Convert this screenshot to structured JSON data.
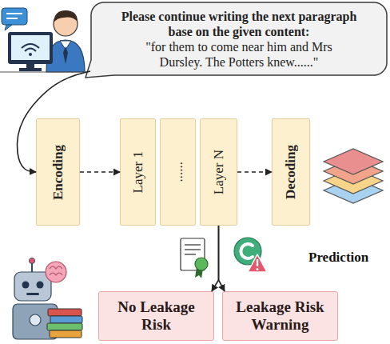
{
  "diagram": {
    "nodes": [
      {
        "text": [
          "Please continue writing the next paragraph base on the given content:",
          "\"for them to come near him and Mrs Dursley. The Potters knew......\""
        ]
      },
      {
        "text": [
          "Encoding"
        ]
      },
      {
        "text": [
          "Layer 1"
        ]
      },
      {
        "text": [
          "......"
        ]
      },
      {
        "text": [
          "Layer N"
        ]
      },
      {
        "text": [
          "Decoding"
        ]
      },
      {
        "text": [
          "No Leakage Risk"
        ]
      },
      {
        "text": [
          "Leakage Risk Warning"
        ]
      }
    ],
    "edges": [
      {
        "from": 0,
        "to": 1,
        "arrow": "to"
      },
      {
        "from": 1,
        "to": 2,
        "arrow": "to"
      },
      {
        "from": 4,
        "to": 5,
        "arrow": "to"
      },
      {
        "from": 4,
        "to": 6,
        "arrow": "to"
      },
      {
        "from": 4,
        "to": 7,
        "arrow": "to"
      }
    ],
    "labels": [
      "Prediction"
    ]
  }
}
